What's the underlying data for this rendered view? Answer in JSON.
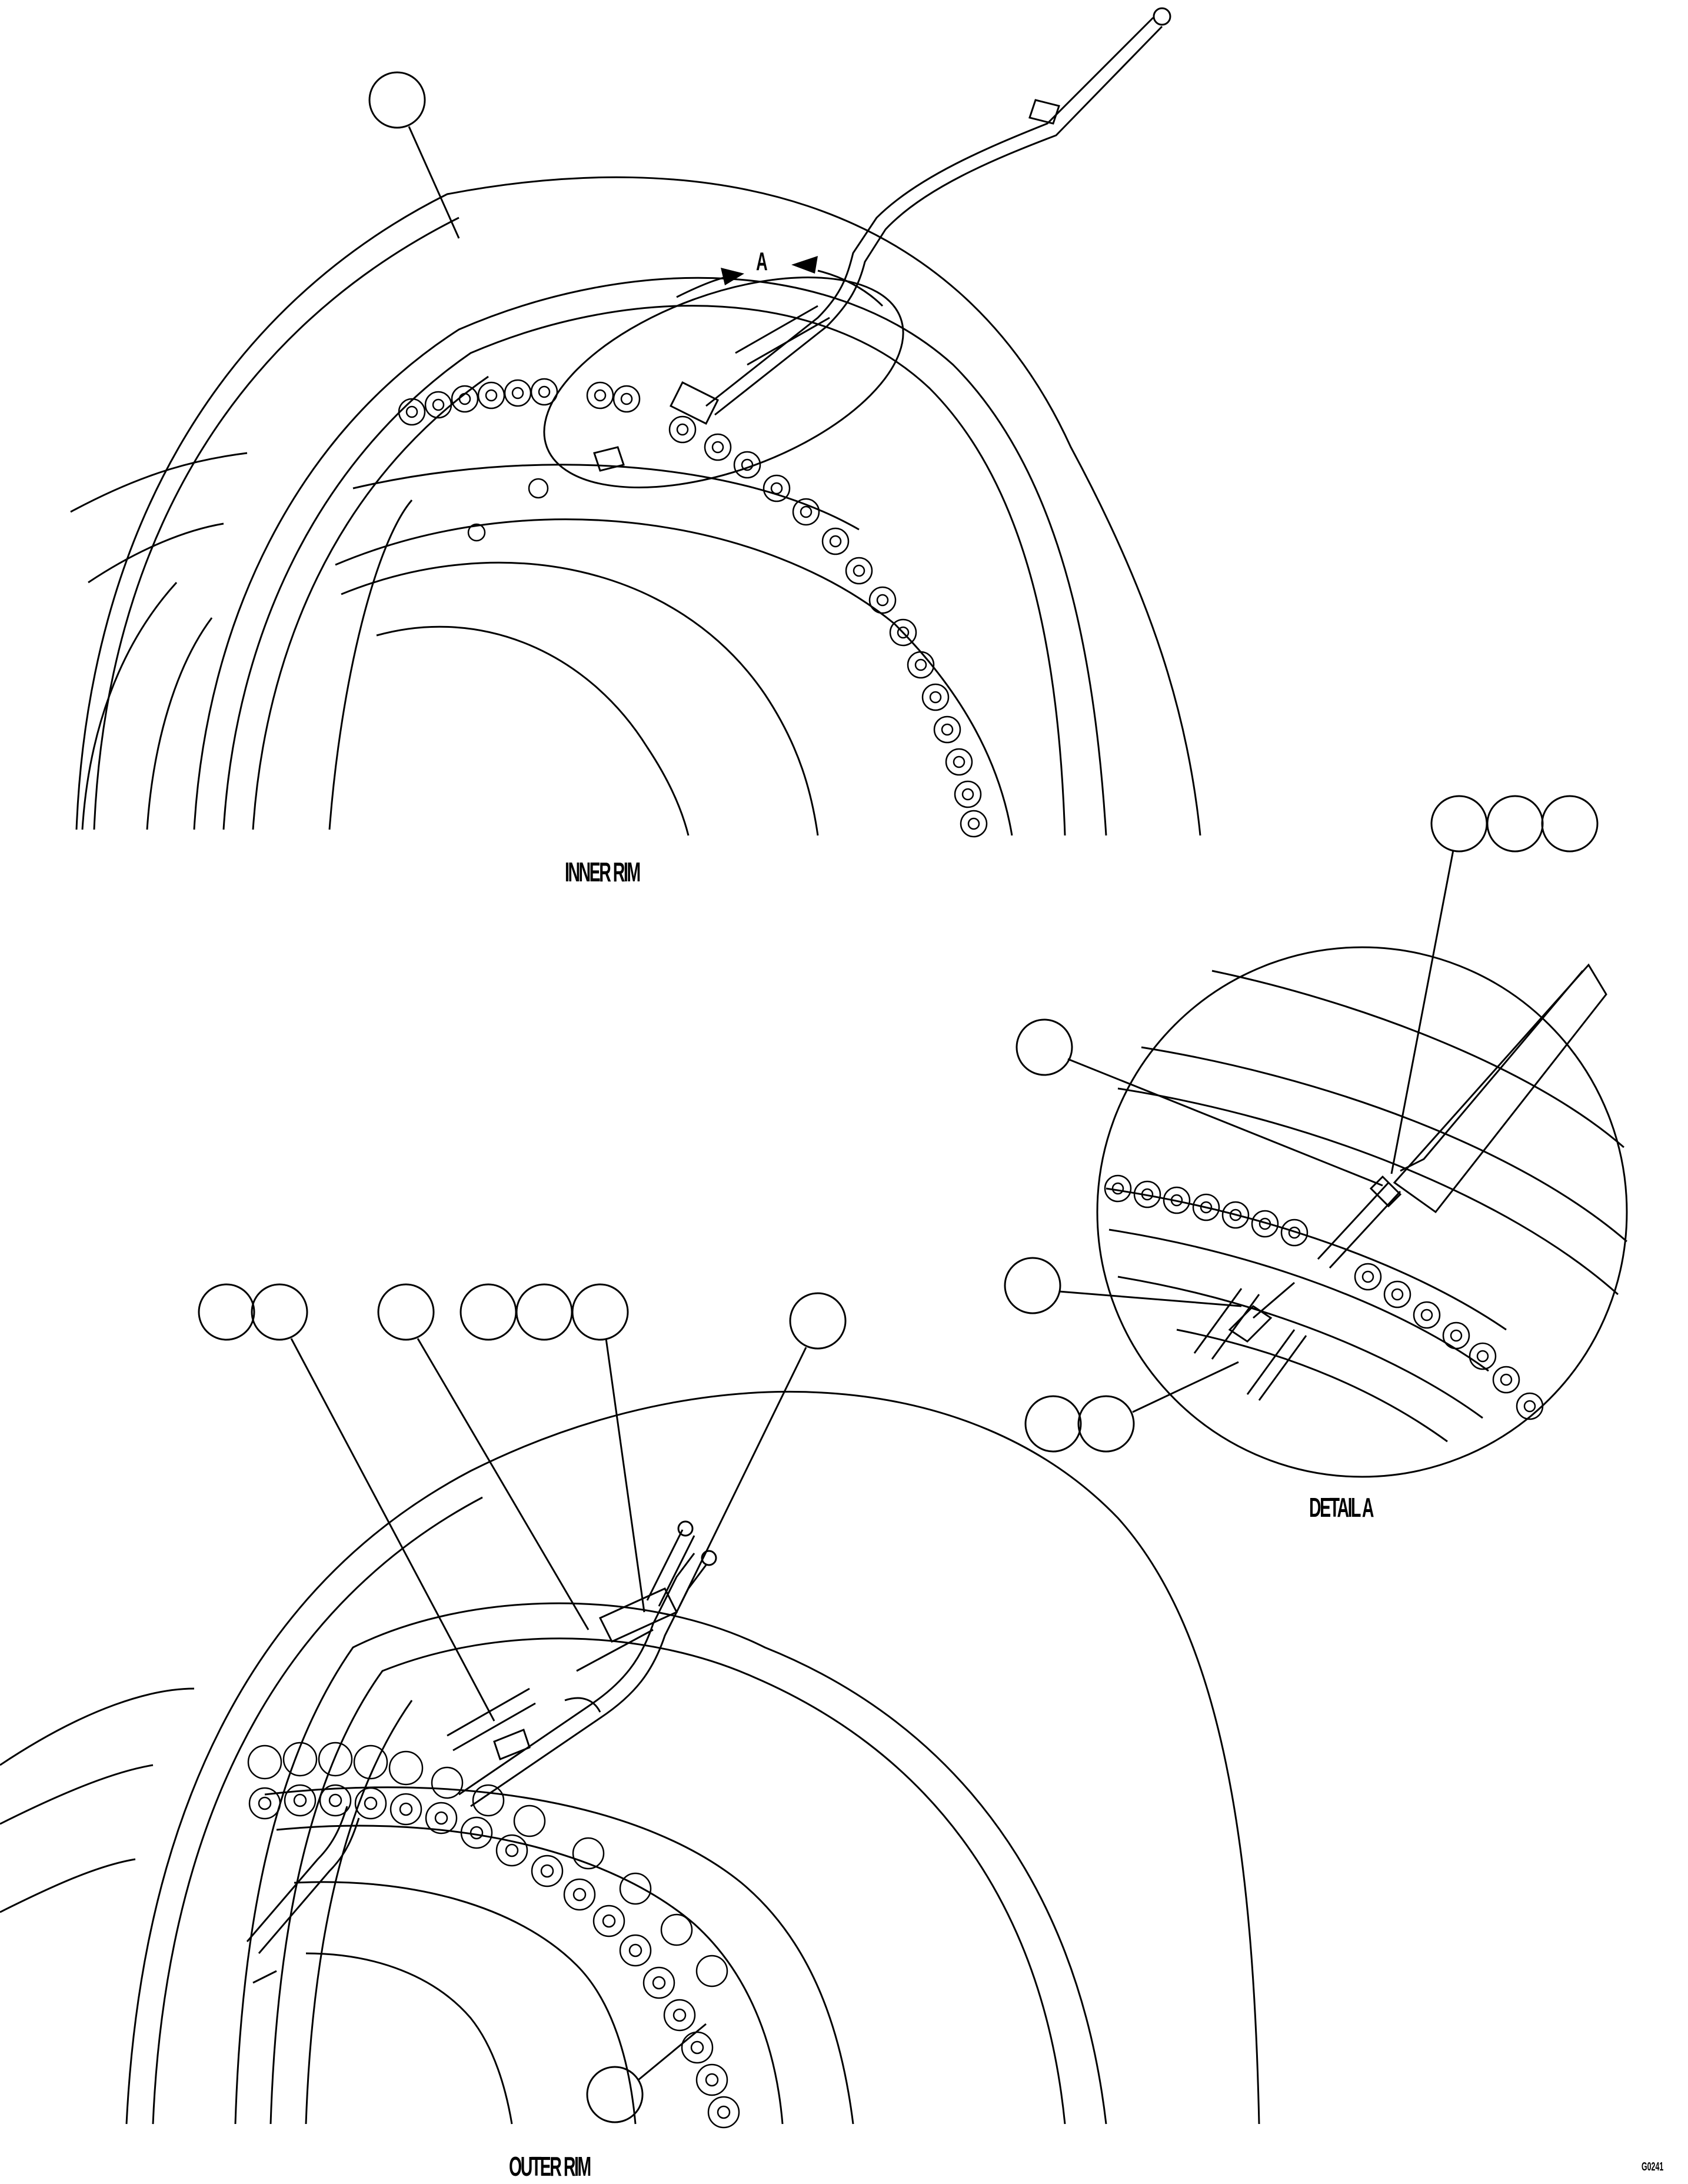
{
  "figure": {
    "views": {
      "inner_rim": "INNER RIM",
      "outer_rim": "OUTER RIM",
      "detail_a": "DETAIL A"
    },
    "section_marker": "A",
    "figure_number": "G0241"
  },
  "colors": {
    "ink": "#000000",
    "paper": "#ffffff"
  }
}
